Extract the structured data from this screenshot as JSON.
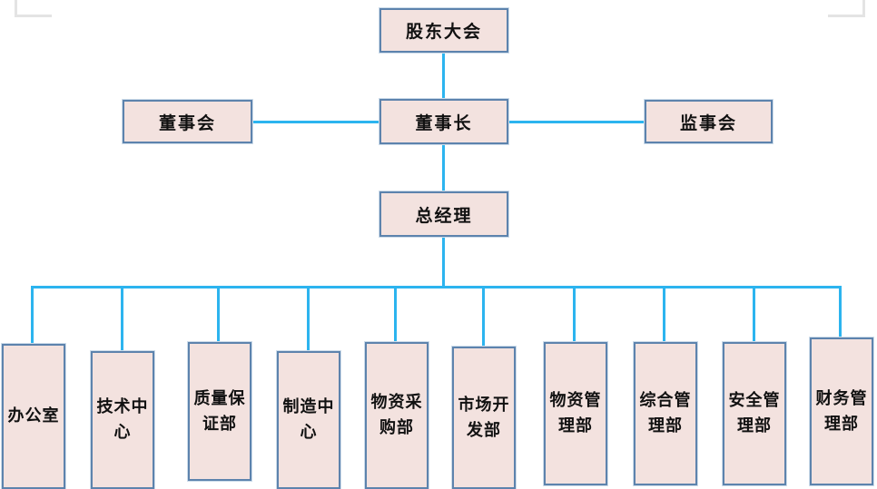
{
  "chart_data": {
    "type": "diagram",
    "title": "",
    "diagram_kind": "organization-chart",
    "orientation": "top-down",
    "colors": {
      "node_fill": "#f3e2df",
      "node_border": "#5d83ad",
      "node_glow": "#cddcea",
      "connector": "#2cb4ef",
      "text": "#111111",
      "crop_mark": "#e4e4e4",
      "background": "#ffffff"
    },
    "nodes": [
      {
        "id": "shareholders",
        "label": "股东大会",
        "level": 0
      },
      {
        "id": "board",
        "label": "董事会",
        "level": 1
      },
      {
        "id": "chairman",
        "label": "董事长",
        "level": 1
      },
      {
        "id": "supervisors",
        "label": "监事会",
        "level": 1
      },
      {
        "id": "gm",
        "label": "总经理",
        "level": 2
      },
      {
        "id": "dept1",
        "label": "办公室",
        "level": 3
      },
      {
        "id": "dept2",
        "label": "技术中心",
        "level": 3
      },
      {
        "id": "dept3",
        "label": "质量保证部",
        "level": 3
      },
      {
        "id": "dept4",
        "label": "制造中心",
        "level": 3
      },
      {
        "id": "dept5",
        "label": "物资采购部",
        "level": 3
      },
      {
        "id": "dept6",
        "label": "市场开发部",
        "level": 3
      },
      {
        "id": "dept7",
        "label": "物资管理部",
        "level": 3
      },
      {
        "id": "dept8",
        "label": "综合管理部",
        "level": 3
      },
      {
        "id": "dept9",
        "label": "安全管理部",
        "level": 3
      },
      {
        "id": "dept10",
        "label": "财务管理部",
        "level": 3
      }
    ],
    "edges": [
      {
        "from": "shareholders",
        "to": "chairman"
      },
      {
        "from": "board",
        "to": "chairman"
      },
      {
        "from": "chairman",
        "to": "supervisors"
      },
      {
        "from": "chairman",
        "to": "gm"
      },
      {
        "from": "gm",
        "to": "dept1"
      },
      {
        "from": "gm",
        "to": "dept2"
      },
      {
        "from": "gm",
        "to": "dept3"
      },
      {
        "from": "gm",
        "to": "dept4"
      },
      {
        "from": "gm",
        "to": "dept5"
      },
      {
        "from": "gm",
        "to": "dept6"
      },
      {
        "from": "gm",
        "to": "dept7"
      },
      {
        "from": "gm",
        "to": "dept8"
      },
      {
        "from": "gm",
        "to": "dept9"
      },
      {
        "from": "gm",
        "to": "dept10"
      }
    ]
  },
  "chart": {
    "top": {
      "shareholders": "股东大会"
    },
    "row2": {
      "board": "董事会",
      "chairman": "董事长",
      "supervisors": "监事会"
    },
    "row3": {
      "gm": "总经理"
    },
    "departments": [
      {
        "label": "办公室"
      },
      {
        "label": "技术中心"
      },
      {
        "label": "质量保证部"
      },
      {
        "label": "制造中心"
      },
      {
        "label": "物资采购部"
      },
      {
        "label": "市场开发部"
      },
      {
        "label": "物资管理部"
      },
      {
        "label": "综合管理部"
      },
      {
        "label": "安全管理部"
      },
      {
        "label": "财务管理部"
      }
    ]
  }
}
